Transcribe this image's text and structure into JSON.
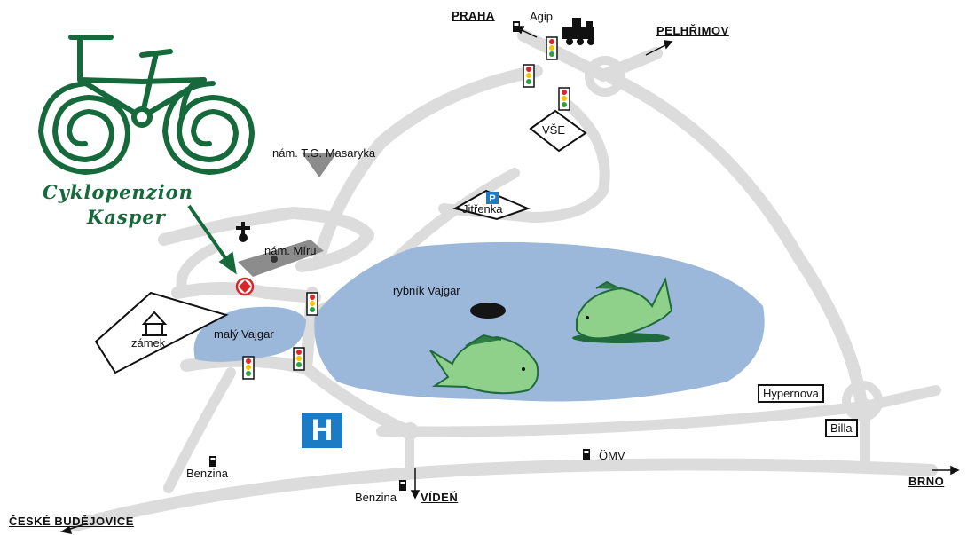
{
  "brand": {
    "line1": "Cyklopenzion",
    "line2": "Kasper"
  },
  "destinations": {
    "praha": "PRAHA",
    "pelhrimov": "PELHŘIMOV",
    "brno": "BRNO",
    "budejovice": "ČESKÉ BUDĚJOVICE",
    "viden": "VÍDEŇ"
  },
  "places": {
    "masaryka": "nám. T.G. Masaryka",
    "miru": "nám. Míru",
    "rybnik": "rybník Vajgar",
    "maly_vajgar": "malý Vajgar",
    "zamek": "zámek",
    "jitrenka": "Jitřenka",
    "vse": "VŠE",
    "hypernova": "Hypernova",
    "billa": "Billa",
    "agip": "Agip",
    "omv": "ÖMV",
    "benzina1": "Benzina",
    "benzina2": "Benzina"
  },
  "symbols": {
    "hospital": "H",
    "parking": "P"
  },
  "colors": {
    "road": "#dcdcdc",
    "water": "#9bb7da",
    "square": "#8c8c8c",
    "brand": "#15693b",
    "hospital": "#1d7bc4",
    "marker": "#d9262b"
  }
}
